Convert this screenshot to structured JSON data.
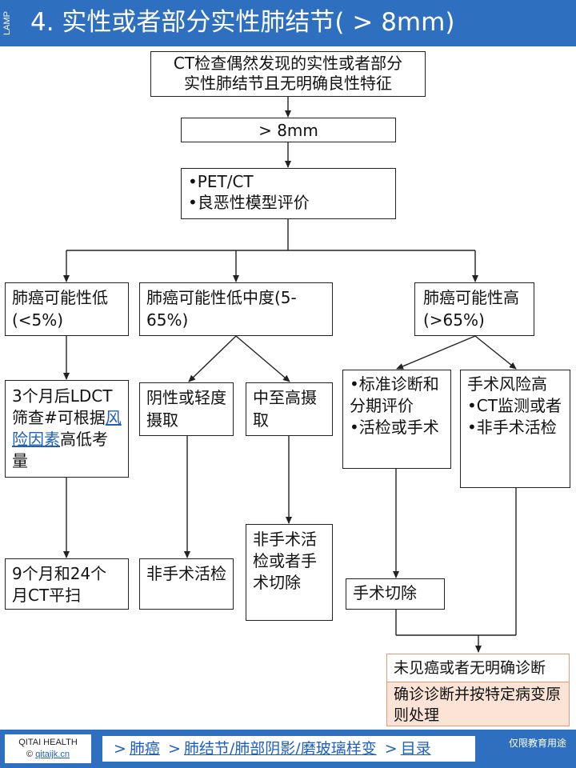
{
  "header": {
    "side_label": "LAMP",
    "title": "4. 实性或者部分实性肺结节( > 8mm)"
  },
  "flow": {
    "start": "CT检查偶然发现的实性或者部分实性肺结节且无明确良性特征",
    "size": "> 8mm",
    "eval": [
      "•PET/CT",
      "•良恶性模型评价"
    ],
    "low_risk": "肺癌可能性低(<5%)",
    "mid_risk": "肺癌可能性低中度(5-65%)",
    "high_risk": "肺癌可能性高(>65%)",
    "low_followup": {
      "text1": "3个月后LDCT筛查#可根据",
      "link": "风险因素",
      "text2": "高低考量"
    },
    "low_final": "9个月和24个月CT平扫",
    "mid_neg": "阴性或轻度摄取",
    "mid_pos": "中至高摄取",
    "mid_neg_action": "非手术活检",
    "mid_pos_action": "非手术活检或者手术切除",
    "high_std": [
      "•标准诊断和分期评价",
      "•活检或手术"
    ],
    "high_alt": [
      "手术风险高",
      "•CT监测或者",
      "•非手术活检"
    ],
    "surgery": "手术切除",
    "no_cancer": "未见癌或者无明确诊断",
    "definite": "确诊诊断并按特定病变原则处理"
  },
  "footer": {
    "brand": "QITAI HEALTH",
    "site": "qitaijk.cn",
    "copyright": "©",
    "breadcrumb": [
      {
        "label": "肺癌"
      },
      {
        "label": "肺结节/肺部阴影/磨玻璃样变"
      },
      {
        "label": "目录"
      }
    ],
    "note": "仅限教育用途"
  }
}
